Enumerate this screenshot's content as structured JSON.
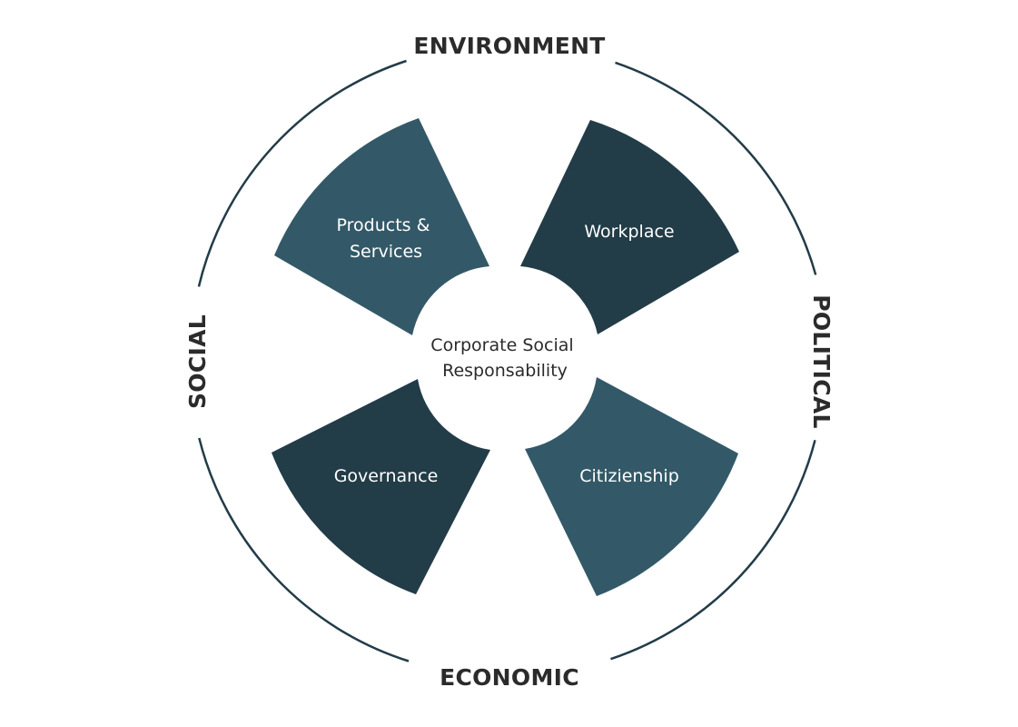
{
  "diagram": {
    "center": {
      "lines": [
        "Corporate Social",
        "Responsability"
      ]
    },
    "outer_labels": {
      "top": "ENVIRONMENT",
      "bottom": "ECONOMIC",
      "left": "SOCIAL",
      "right": "POLITICAL"
    },
    "sectors": [
      {
        "lines": [
          "Products &",
          "Services"
        ],
        "color": "#335968"
      },
      {
        "lines": [
          "Workplace"
        ],
        "color": "#223c48"
      },
      {
        "lines": [
          "Governance"
        ],
        "color": "#223c48"
      },
      {
        "lines": [
          "Citizienship"
        ],
        "color": "#335968"
      }
    ],
    "colors": {
      "ring": "#223c48",
      "outer_text": "#2b2b2b",
      "center_text": "#2b2b2b",
      "sector_text": "#ffffff"
    }
  }
}
